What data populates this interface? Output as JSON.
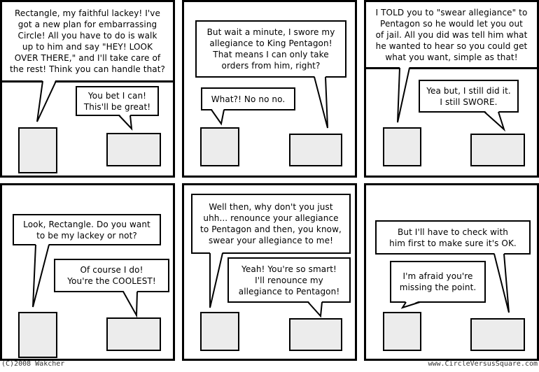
{
  "panels": [
    {
      "speech_main": [
        "Rectangle, my faithful lackey! I've",
        "got a new plan for embarrassing",
        "Circle! All you have to do is walk",
        "up to him and say \"HEY! LOOK",
        "OVER THERE,\" and I'll take care of",
        "the rest! Think you can handle that?"
      ],
      "speech_reply": [
        "You bet I can!",
        "This'll be great!"
      ]
    },
    {
      "speech_main": [
        "But wait a minute, I swore my",
        "allegiance to King Pentagon!",
        "That means I can only take",
        "orders from him, right?"
      ],
      "speech_reply": [
        "What?! No no no."
      ]
    },
    {
      "speech_main": [
        "I TOLD you to \"swear allegiance\" to",
        "Pentagon so he would let you out",
        "of jail. All you did was tell him what",
        "he wanted to hear so you could get",
        "what you want, simple as that!"
      ],
      "speech_reply": [
        "Yea but, I still did it.",
        "I still SWORE."
      ]
    },
    {
      "speech_main": [
        "Look, Rectangle. Do you want",
        "to be my lackey or not?"
      ],
      "speech_reply": [
        "Of course I do!",
        "You're the COOLEST!"
      ]
    },
    {
      "speech_main": [
        "Well then, why don't you just",
        "uhh... renounce your allegiance",
        "to Pentagon and then, you know,",
        "swear your allegiance to me!"
      ],
      "speech_reply": [
        "Yeah! You're so smart!",
        "I'll renounce my",
        "allegiance to Pentagon!"
      ]
    },
    {
      "speech_main": [
        "But I'll have to check with",
        "him first to make sure it's OK."
      ],
      "speech_reply": [
        "I'm afraid you're",
        "missing the point."
      ]
    }
  ],
  "footer": {
    "copyright": "(C)2008 Wakcher",
    "website": "www.CircleVersusSquare.com"
  },
  "colors": {
    "character_fill": "#ececec",
    "outline": "#000000"
  }
}
